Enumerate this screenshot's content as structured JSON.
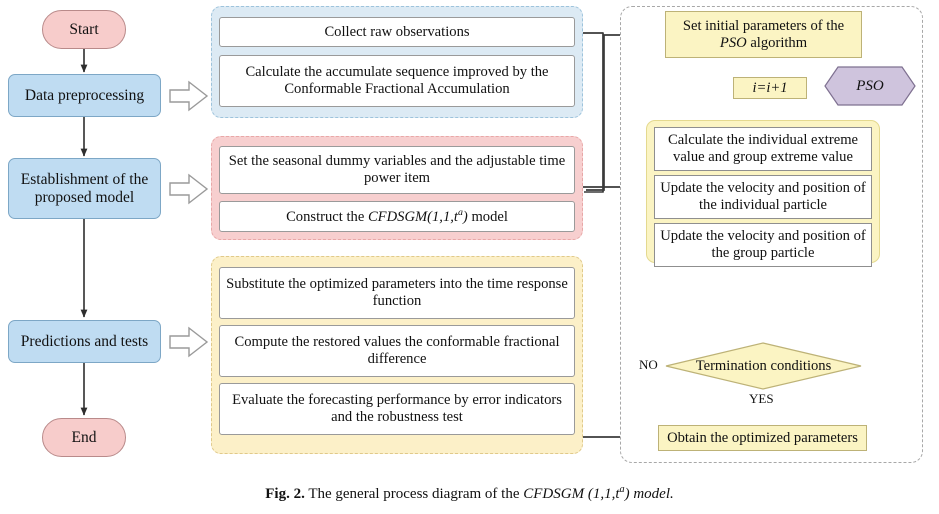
{
  "figure": {
    "caption_label": "Fig. 2.",
    "caption_text": "The general process diagram of the",
    "caption_model": "CFDSGM (1,1,t",
    "caption_model_sup": "a",
    "caption_model_tail": ") model."
  },
  "left_flow": {
    "start": "Start",
    "steps": [
      "Data preprocessing",
      "Establishment of the proposed model",
      "Predictions and tests"
    ],
    "end": "End"
  },
  "middle": {
    "group_preprocessing": {
      "color": "#dceaf4",
      "items": [
        "Collect raw observations",
        "Calculate the accumulate sequence improved by the Conformable Fractional Accumulation"
      ]
    },
    "group_model": {
      "color": "#f7cfcf",
      "items_plain": [
        "Set the seasonal dummy variables and the adjustable time power item"
      ],
      "construct_prefix": "Construct the",
      "construct_model": "CFDSGM(1,1,t",
      "construct_model_sup": "a",
      "construct_model_tail": ")",
      "construct_suffix": "model"
    },
    "group_predictions": {
      "color": "#fcf0c8",
      "items": [
        "Substitute the optimized parameters into the time response function",
        "Compute the restored values the conformable fractional difference",
        "Evaluate the forecasting performance by error indicators and the robustness test"
      ]
    }
  },
  "pso": {
    "badge": "PSO",
    "badge_color": "#cfc4dd",
    "init_line1": "Set initial parameters of the",
    "init_line2_italic": "PSO",
    "init_line2_tail": "algorithm",
    "counter": "i=i+1",
    "loop_items": [
      "Calculate the individual extreme value and group extreme value",
      "Update the velocity and position of the individual particle",
      "Update the velocity and position of the group particle"
    ],
    "decision": "Termination conditions",
    "branch_no": "NO",
    "branch_yes": "YES",
    "result": "Obtain the optimized parameters"
  },
  "colors": {
    "terminal_fill": "#f7cccb",
    "stage_fill": "#bfdcf2",
    "yellow_fill": "#fbf4c3",
    "line": "#3b3b3b"
  }
}
